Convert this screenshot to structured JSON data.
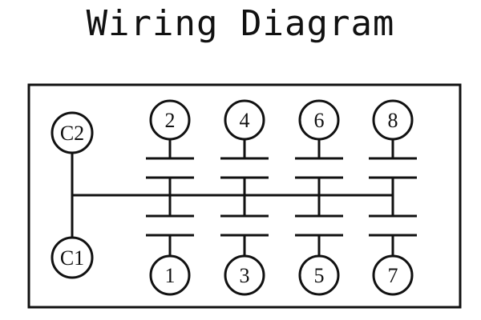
{
  "title": "Wiring Diagram",
  "colors": {
    "line": "#111111",
    "background": "#ffffff"
  },
  "common_terminals": [
    {
      "id": "c2",
      "label": "C2"
    },
    {
      "id": "c1",
      "label": "C1"
    }
  ],
  "channels": [
    {
      "top": "2",
      "bottom": "1"
    },
    {
      "top": "4",
      "bottom": "3"
    },
    {
      "top": "6",
      "bottom": "5"
    },
    {
      "top": "8",
      "bottom": "7"
    }
  ]
}
